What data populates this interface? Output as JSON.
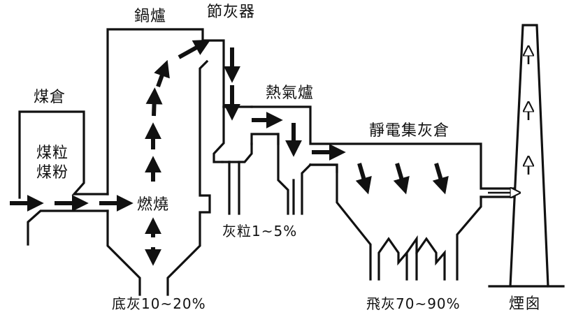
{
  "labels": {
    "coal_bunker": "煤倉",
    "coal_particles": "煤粒",
    "coal_powder": "煤粉",
    "boiler": "鍋爐",
    "economizer": "節灰器",
    "air_heater": "熱氣爐",
    "electrostatic_precipitator": "靜電集灰倉",
    "combustion": "燃燒",
    "bottom_ash": "底灰10~20%",
    "ash_particles": "灰粒1~5%",
    "fly_ash": "飛灰70~90%",
    "chimney": "煙囪"
  },
  "colors": {
    "line": "#111111",
    "background": "#ffffff"
  }
}
